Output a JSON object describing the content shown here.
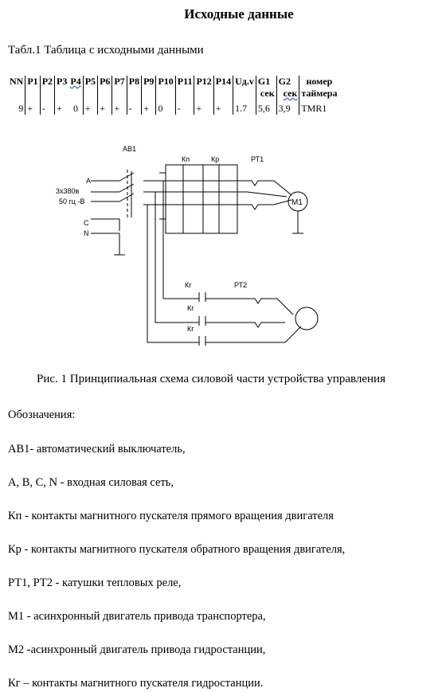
{
  "title": "Исходные данные",
  "table_caption": "Табл.1 Таблица с исходными данными",
  "table": {
    "headers": [
      "NN",
      "P1",
      "P2",
      "P3",
      "P4",
      "P5",
      "P6",
      "P7",
      "P8",
      "P9",
      "P10",
      "P11",
      "P12",
      "P14",
      "Uд.v",
      "G1",
      "G2",
      "номер"
    ],
    "subheaders": {
      "g1": "сек",
      "g2": "сек",
      "timer": "таймера"
    },
    "values": [
      "9",
      "+",
      "-",
      "+",
      "0",
      "+",
      "+",
      "+",
      "-",
      "+",
      "0",
      "-",
      "+",
      "+",
      "1.7",
      "5,6",
      "3,9",
      "TMR1"
    ]
  },
  "diagram": {
    "av1": "АВ1",
    "kp": "Кп",
    "kr": "Кр",
    "rt1": "РТ1",
    "rt2": "РТ2",
    "m1": "М1",
    "kg": "Кг",
    "line_a": "A",
    "supply": "3x380в",
    "freq_b": "50 гц -B",
    "line_c": "C",
    "line_n": "N"
  },
  "figure_caption": "Рис. 1 Принципиальная схема силовой части устройства управления",
  "legend": {
    "heading": "Обозначения:",
    "items": [
      "АВ1- автоматический выключатель,",
      "А, В, С, N - входная силовая сеть,",
      "Кп - контакты магнитного пускателя прямого вращения двигателя",
      "Кр - контакты магнитного пускателя обратного вращения двигателя,",
      "РТ1, РТ2 - катушки тепловых реле,",
      "М1 - асинхронный двигатель привода транспортера,",
      "М2 -асинхронный двигатель привода гидростанции,",
      "Кг – контакты магнитного пускателя гидростанции."
    ]
  }
}
